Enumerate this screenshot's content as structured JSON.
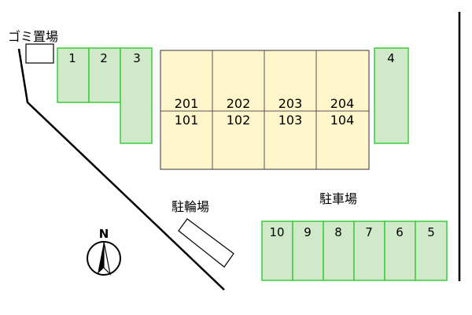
{
  "labels": {
    "garbage": "ゴミ置場",
    "bicycle": "駐輪場",
    "parking": "駐車場",
    "north": "N"
  },
  "colors": {
    "green_fill": "#cfe9c9",
    "green_stroke": "#3ccc3c",
    "building_fill": "#fff6cc",
    "building_stroke": "#555555",
    "line": "#000000"
  },
  "top_parking": [
    "1",
    "2",
    "3",
    "4"
  ],
  "units": {
    "upper": [
      "201",
      "202",
      "203",
      "204"
    ],
    "lower": [
      "101",
      "102",
      "103",
      "104"
    ]
  },
  "bottom_parking": [
    "10",
    "9",
    "8",
    "7",
    "6",
    "5"
  ]
}
